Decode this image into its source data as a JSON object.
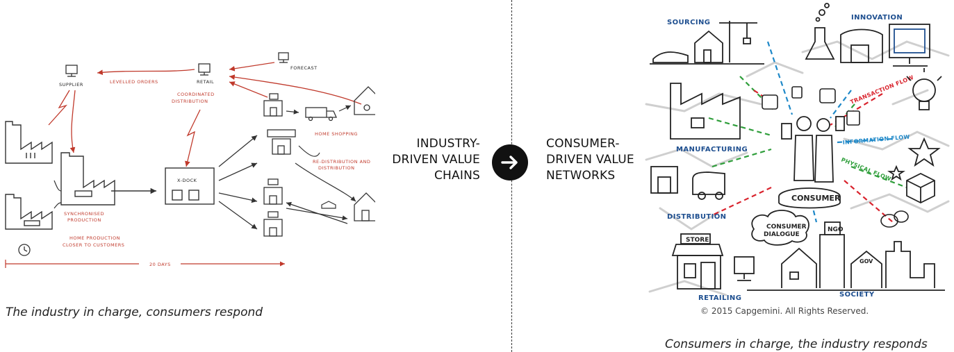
{
  "left_panel": {
    "labels": {
      "supplier": "SUPPLIER",
      "retail": "RETAIL",
      "forecast": "FORECAST",
      "levelled_orders": "LEVELLED ORDERS",
      "coordinated_distribution": "COORDINATED DISTRIBUTION",
      "home_shopping": "HOME SHOPPING",
      "x_dock": "X-DOCK",
      "synchronised_production": "SYNCHRONISED PRODUCTION",
      "home_production": "HOME PRODUCTION CLOSER TO CUSTOMERS",
      "re_distribution": "RE-DISTRIBUTION AND DISTRIBUTION",
      "days": "20 DAYS"
    },
    "caption": "The industry in charge, consumers respond"
  },
  "middle": {
    "left_heading": [
      "INDUSTRY-",
      "DRIVEN VALUE",
      "CHAINS"
    ],
    "right_heading": [
      "CONSUMER-",
      "DRIVEN VALUE",
      "NETWORKS"
    ],
    "arrow_icon": "arrow-right-circle-icon"
  },
  "right_panel": {
    "labels": {
      "sourcing": "SOURCING",
      "innovation": "INNOVATION",
      "manufacturing": "MANUFACTURING",
      "distribution": "DISTRIBUTION",
      "retailing": "RETAILING",
      "society": "SOCIETY",
      "consumer": "CONSUMER",
      "consumer_dialogue": "CONSUMER DIALOGUE",
      "store": "STORE",
      "ngo": "NGO",
      "gov": "GOV",
      "transaction_flow": "TRANSACTION FLOW",
      "information_flow": "INFORMATION FLOW",
      "physical_flow": "PHYSICAL FLOW"
    },
    "copyright": "© 2015 Capgemini. All Rights Reserved.",
    "caption": "Consumers in charge, the industry responds"
  },
  "colors": {
    "red_flow": "#c0392b",
    "blue_label": "#1d4e8f",
    "green_flow": "#2e9e3a",
    "cyan_flow": "#1e88c8",
    "red_dash": "#d9232d"
  }
}
